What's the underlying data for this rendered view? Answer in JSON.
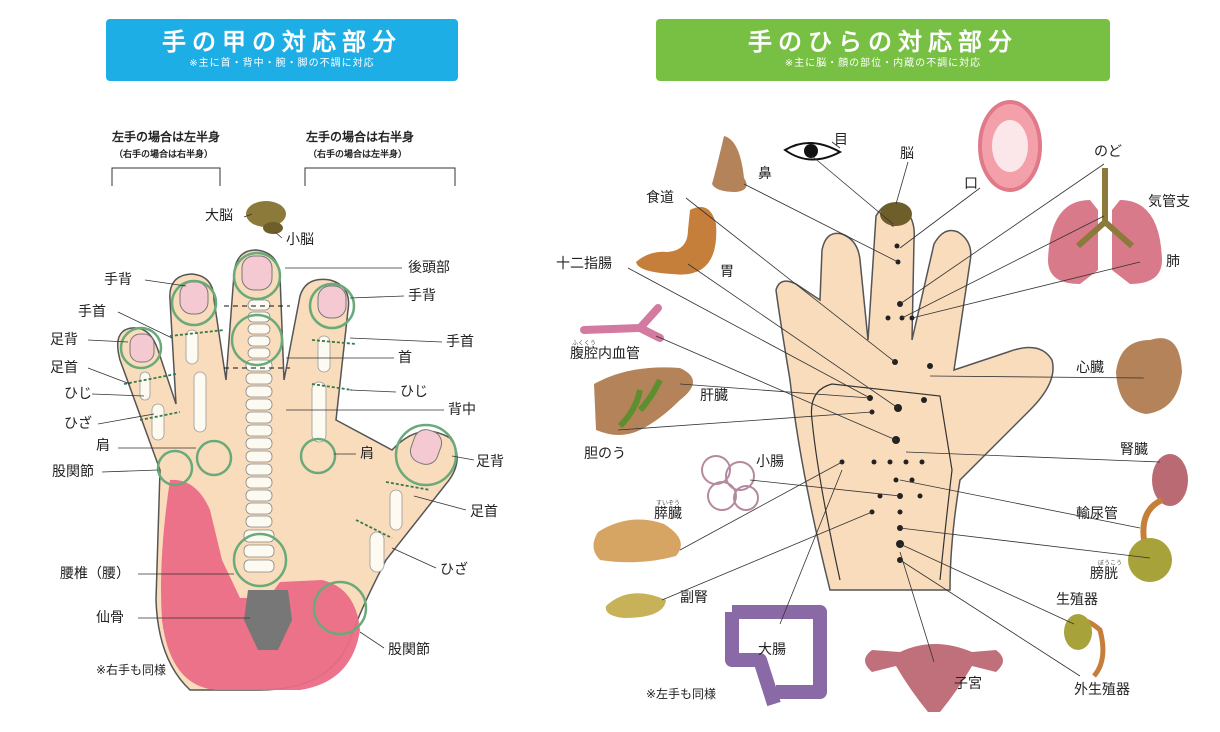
{
  "left": {
    "title": "手の甲の対応部分",
    "subtitle": "※主に首・背中・腕・脚の不調に対応",
    "note_left": "左手の場合は左半身",
    "note_left_sub": "（右手の場合は右半身）",
    "note_right": "左手の場合は右半身",
    "note_right_sub": "（右手の場合は左半身）",
    "footnote": "※右手も同様",
    "labels": {
      "cerebrum": "大脳",
      "cerebellum": "小脳",
      "occipital": "後頭部",
      "hand_back_l": "手背",
      "hand_back_r": "手背",
      "wrist_l": "手首",
      "wrist_r": "手首",
      "foot_back_l": "足背",
      "ankle_l": "足首",
      "neck": "首",
      "elbow_l": "ひじ",
      "elbow_r": "ひじ",
      "knee_l": "ひざ",
      "back": "背中",
      "shoulder_l": "肩",
      "shoulder_r": "肩",
      "hip_l": "股関節",
      "foot_back_r": "足背",
      "ankle_r": "足首",
      "knee_r": "ひざ",
      "lumbar": "腰椎（腰）",
      "sacrum": "仙骨",
      "hip_r": "股関節"
    }
  },
  "right": {
    "title": "手のひらの対応部分",
    "subtitle": "※主に脳・顔の部位・内蔵の不調に対応",
    "footnote": "※左手も同様",
    "labels": {
      "eye": "目",
      "brain": "脳",
      "nose": "鼻",
      "mouth": "口",
      "throat": "のど",
      "esophagus": "食道",
      "bronchi": "気管支",
      "duodenum": "十二指腸",
      "stomach": "胃",
      "lung": "肺",
      "celiac": "腹腔内血管",
      "celiac_ruby": "ふくくう",
      "heart": "心臓",
      "liver": "肝臓",
      "gallbladder": "胆のう",
      "kidney": "腎臓",
      "small_intestine": "小腸",
      "pancreas": "膵臓",
      "pancreas_ruby": "すいぞう",
      "ureter": "輸尿管",
      "bladder": "膀胱",
      "bladder_ruby": "ぼうこう",
      "adrenal": "副腎",
      "reproductive": "生殖器",
      "large_intestine": "大腸",
      "uterus": "子宮",
      "external_genitalia": "外生殖器"
    }
  },
  "colors": {
    "left_banner": "#1eaee6",
    "right_banner": "#77c043",
    "skin": "#f9dcbc",
    "skin_outline": "#555555",
    "pink_zone": "#ea6b85",
    "circle_green": "#6aaa7a",
    "organ_brown": "#b5835a"
  }
}
